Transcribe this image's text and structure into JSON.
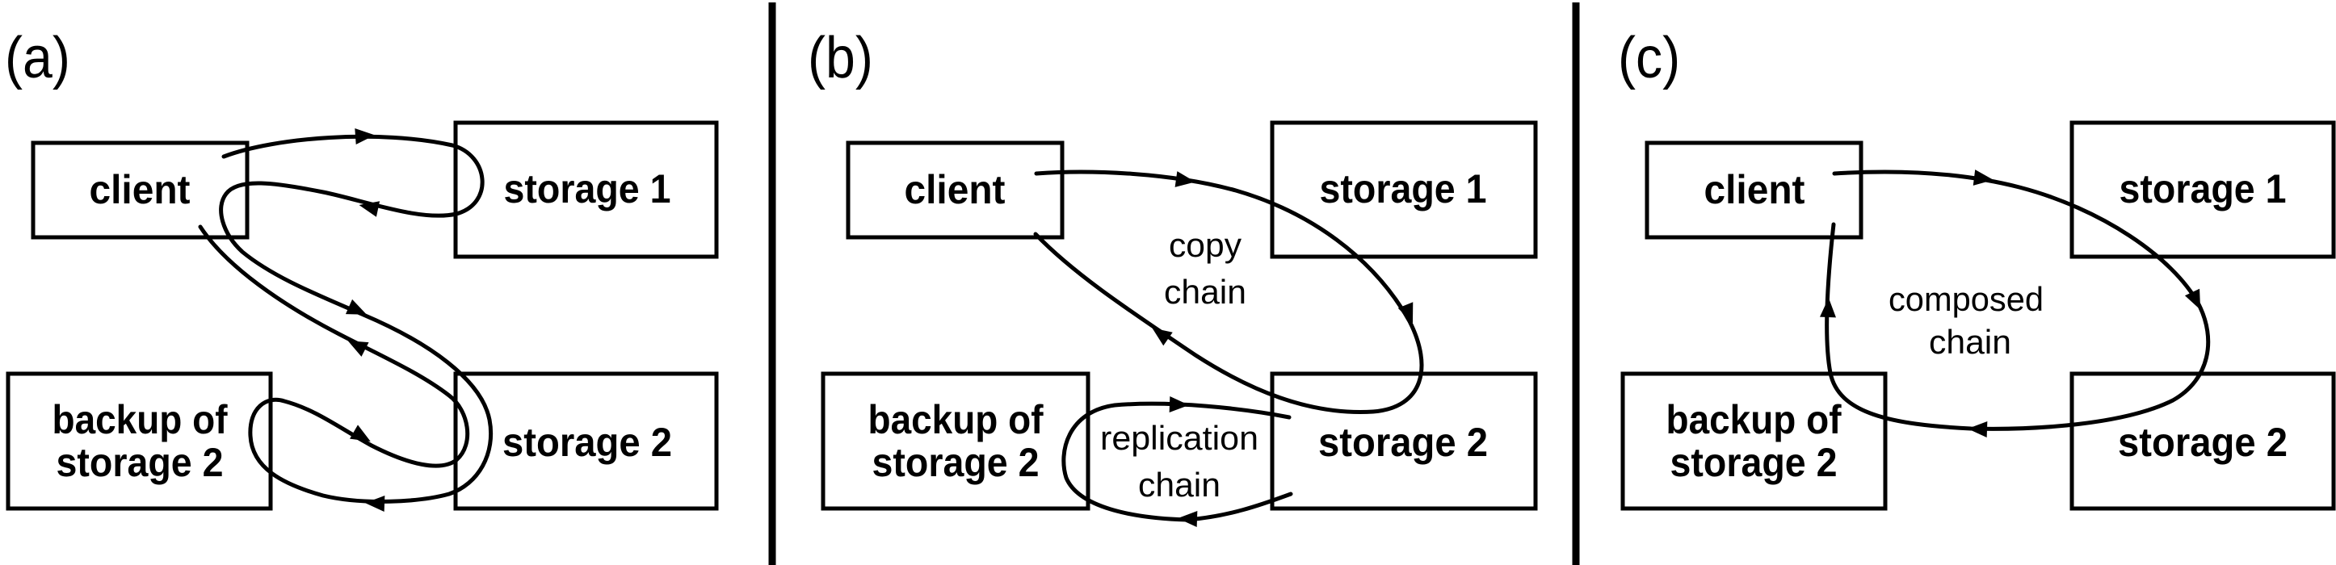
{
  "figure": {
    "panels": [
      {
        "label": "(a)",
        "nodes": {
          "client": "client",
          "storage1": "storage 1",
          "backup_line1": "backup of",
          "backup_line2": "storage 2",
          "storage2": "storage 2"
        },
        "chains": []
      },
      {
        "label": "(b)",
        "nodes": {
          "client": "client",
          "storage1": "storage 1",
          "backup_line1": "backup of",
          "backup_line2": "storage 2",
          "storage2": "storage 2"
        },
        "chains": [
          {
            "line1": "copy",
            "line2": "chain"
          },
          {
            "line1": "replication",
            "line2": "chain"
          }
        ]
      },
      {
        "label": "(c)",
        "nodes": {
          "client": "client",
          "storage1": "storage 1",
          "backup_line1": "backup of",
          "backup_line2": "storage 2",
          "storage2": "storage 2"
        },
        "chains": [
          {
            "line1": "composed",
            "line2": "chain"
          }
        ]
      }
    ],
    "colors": {
      "stroke": "#000000",
      "background": "#ffffff"
    }
  }
}
